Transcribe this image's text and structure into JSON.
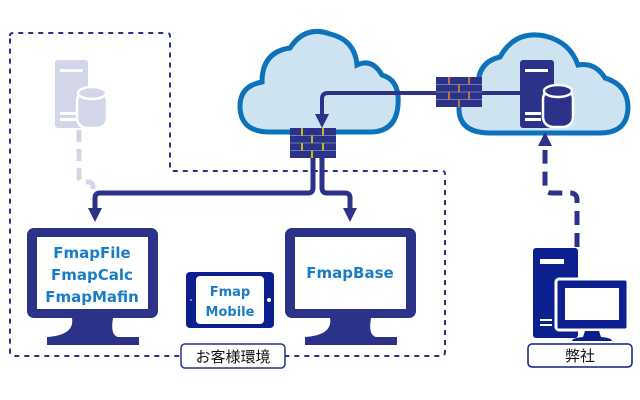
{
  "diagram": {
    "colors": {
      "navy": "#2b3288",
      "dark_blue": "#0b1f8f",
      "cloud_fill": "#cde3f1",
      "cloud_stroke": "#0e72bb",
      "app_text": "#1a7dc4",
      "faded_server": "#d3d6e8",
      "firewall_mortar_customer": "#f2e600",
      "firewall_mortar_cloud": "#e88b2c"
    },
    "customer_environment": {
      "label": "お客様環境",
      "legacy_server_icon": "server-database-icon (faded)",
      "monitor_left": {
        "lines": [
          "FmapFile",
          "FmapCalc",
          "FmapMafin"
        ]
      },
      "tablet": {
        "lines": [
          "Fmap",
          "Mobile"
        ]
      },
      "monitor_right": {
        "lines": [
          "FmapBase"
        ]
      }
    },
    "our_company": {
      "label": "弊社",
      "icon": "desktop-pc-icon"
    },
    "cloud_left": {
      "firewall_icon": "firewall-icon"
    },
    "cloud_right": {
      "firewall_icon": "firewall-icon",
      "server_icon": "server-database-icon"
    }
  }
}
